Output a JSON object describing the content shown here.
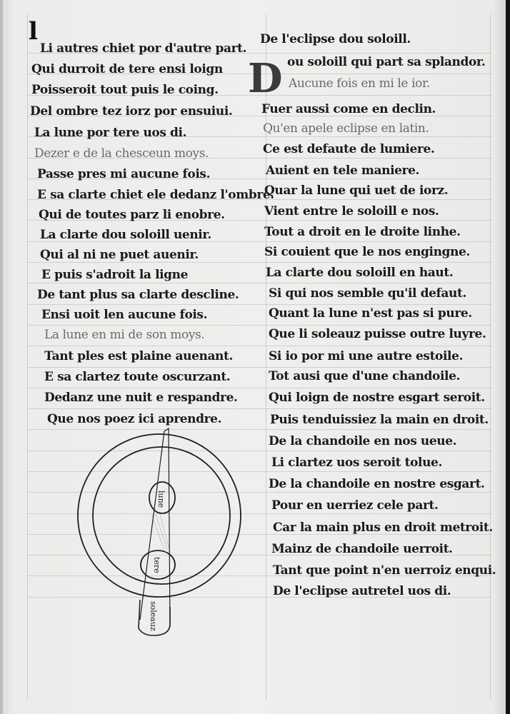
{
  "manuscript": {
    "left_column": {
      "lines": [
        "Li autres chiet por d'autre part.",
        "Qui durroit de tere ensi loign",
        "Poisseroit tout puis le coing.",
        "Del ombre tez iorz por ensuiui.",
        "La lune por tere uos di.",
        "Dezer e de la chesceun moys.",
        "Passe pres mi aucune fois.",
        "E sa clarte chiet ele dedanz l'ombre.",
        "Qui de toutes parz li enobre.",
        "La clarte dou soloill uenir.",
        "Qui al ni ne puet auenir.",
        "E puis s'adroit la ligne",
        "De tant plus sa clarte descline.",
        "Ensi uoit len aucune fois.",
        "La lune en mi de son moys.",
        "Tant ples est plaine auenant.",
        "E sa clartez toute oscurzant.",
        "Dedanz une nuit e respandre.",
        "Que nos poez ici aprendre."
      ]
    },
    "right_column": {
      "heading": "De l'eclipse dou soloill.",
      "initial_letter": "D",
      "lines": [
        "ou soloill qui part sa splandor.",
        "Aucune fois en mi le ior.",
        "Fuer aussi come en declin.",
        "Qu'en apele eclipse en latin.",
        "Ce est defaute de lumiere.",
        "Auient en tele maniere.",
        "Quar la lune qui uet de iorz.",
        "Vient entre le soloill e nos.",
        "Tout a droit en le droite linhe.",
        "Si couient que le nos engingne.",
        "La clarte dou soloill en haut.",
        "Si qui nos semble qu'il defaut.",
        "Quant la lune n'est pas si pure.",
        "Que li soleauz puisse outre luyre.",
        "Si io por mi une autre estoile.",
        "Tot ausi que d'une chandoile.",
        "Qui loign de nostre esgart seroit.",
        "Puis tenduissiez la main en droit.",
        "De la chandoile en nos ueue.",
        "Li clartez uos seroit tolue.",
        "De la chandoile en nostre esgart.",
        "Pour en uerriez cele part.",
        "Car la main plus en droit metroit.",
        "Mainz de chandoile uerroit.",
        "Tant que point n'en uerroiz enqui.",
        "De l'eclipse autretel uos di."
      ]
    },
    "diagram": {
      "labels": {
        "upper_circle": "lune",
        "middle_circle": "tere",
        "lower_lobe": "soleauz"
      }
    }
  }
}
